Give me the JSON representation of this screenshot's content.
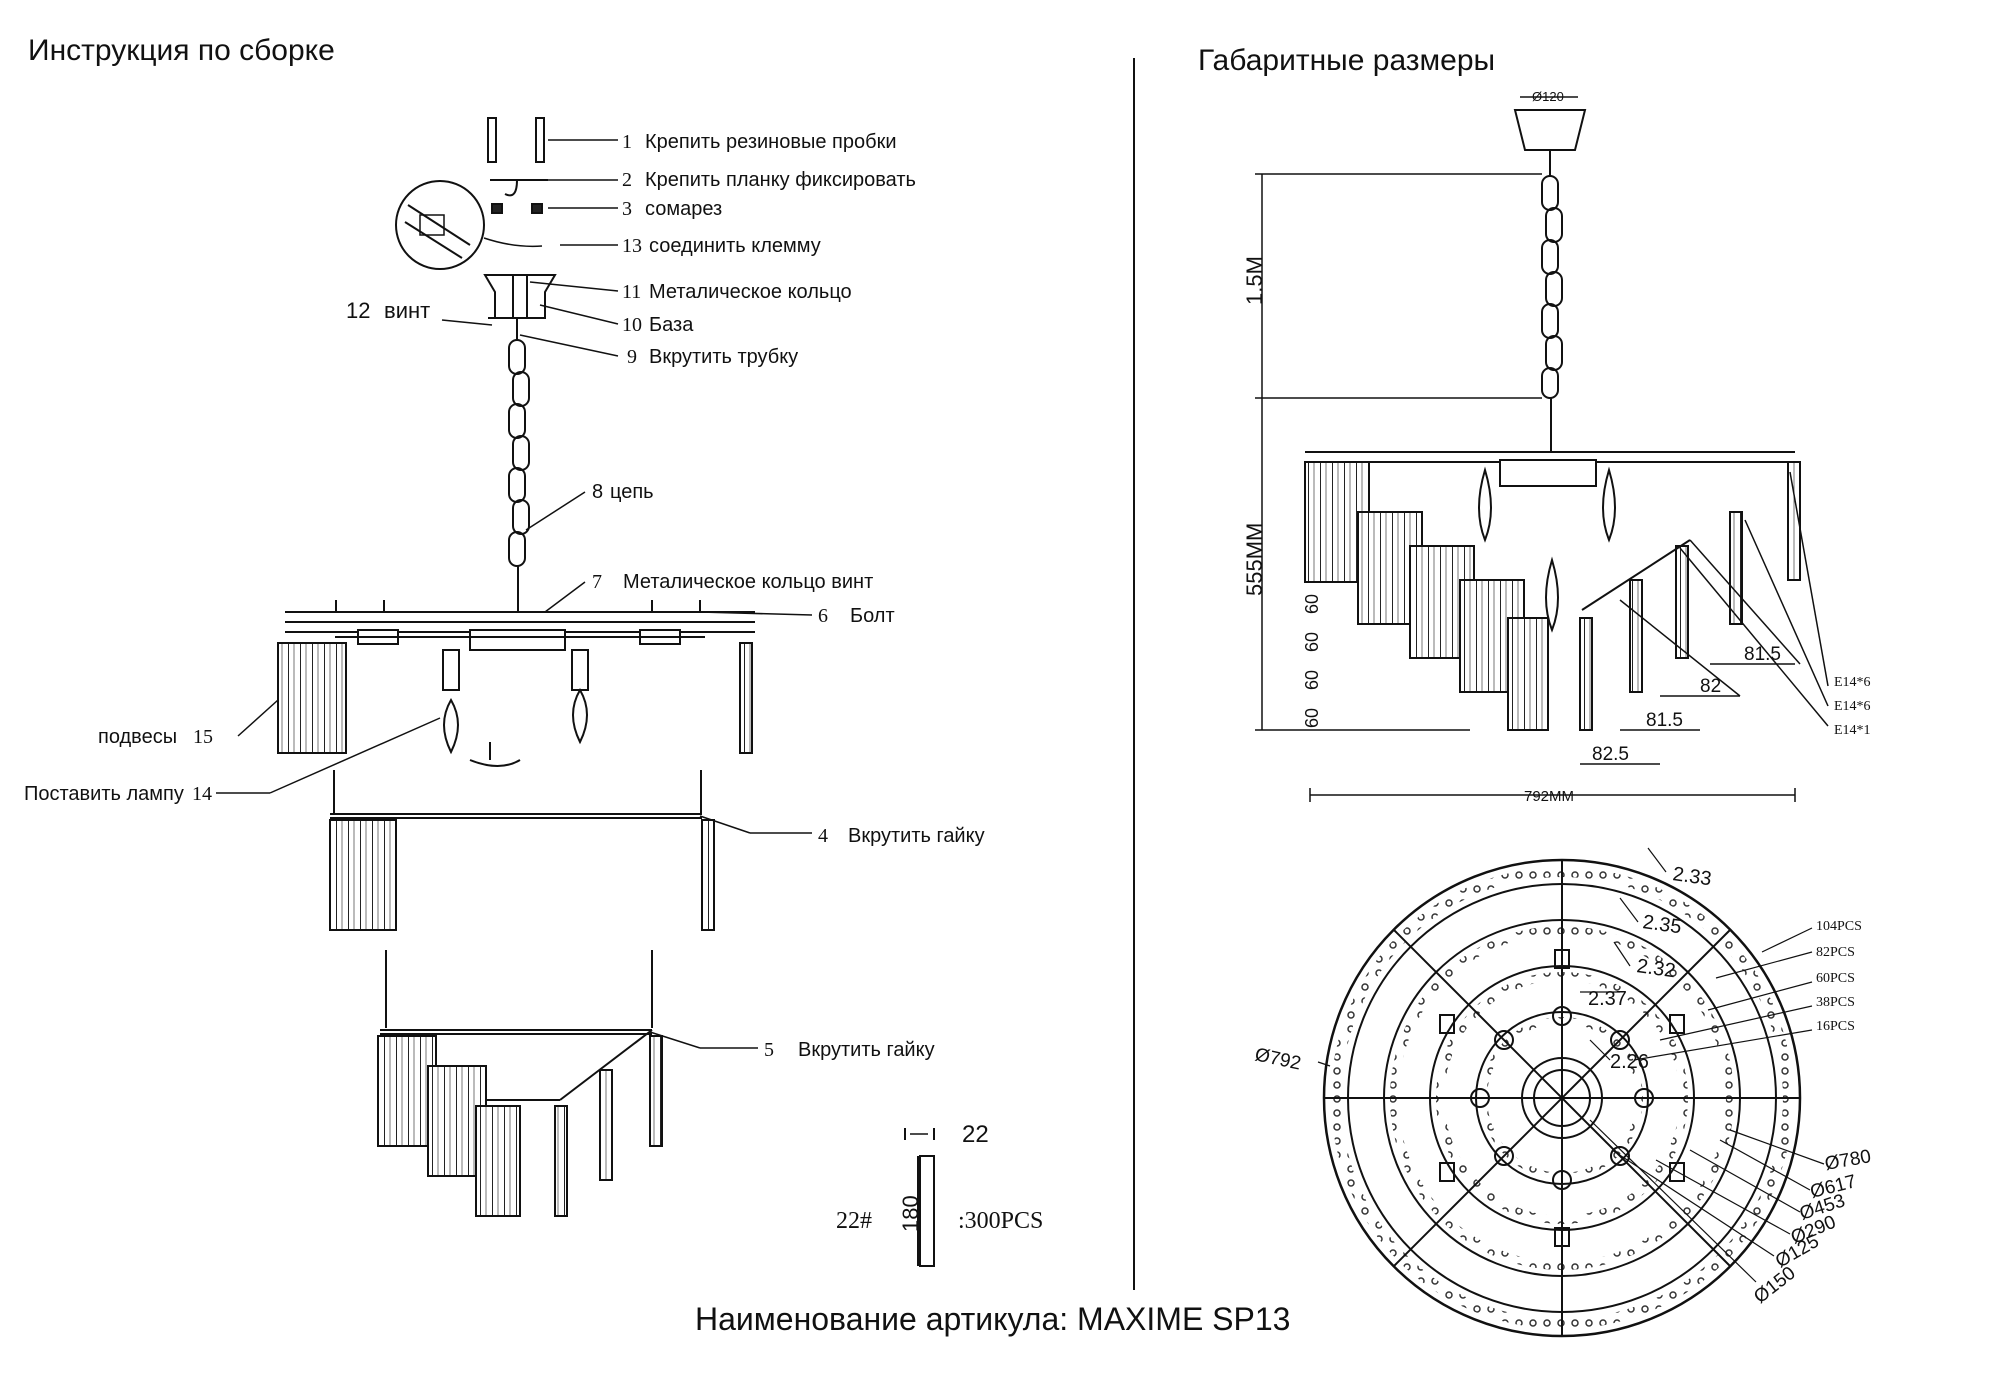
{
  "left": {
    "title": "Инструкция по сборке",
    "steps": [
      {
        "num": "1",
        "text": "Крепить резиновые пробки"
      },
      {
        "num": "2",
        "text": "Крепить планку фиксировать"
      },
      {
        "num": "3",
        "text": "сомарез"
      },
      {
        "num": "13",
        "text": "соединить клемму"
      },
      {
        "num": "11",
        "text": "Металическое кольцо"
      },
      {
        "num": "10",
        "text": "База"
      },
      {
        "num": "9",
        "text": "Вкрутить трубку"
      },
      {
        "num": "8",
        "text": "цепь"
      },
      {
        "num": "7",
        "text": "Металическое кольцо винт"
      },
      {
        "num": "6",
        "text": "Болт"
      },
      {
        "num": "15",
        "text": "подвесы"
      },
      {
        "num": "14",
        "text": "Поставить лампу"
      },
      {
        "num": "4",
        "text": "Вкрутить гайку"
      },
      {
        "num": "5",
        "text": "Вкрутить гайку"
      },
      {
        "num": "12",
        "text": "винт"
      }
    ],
    "crystal": {
      "width": "22",
      "code": "22#",
      "height": "180",
      "qty": ":300PCS"
    }
  },
  "right": {
    "title": "Габаритные размеры",
    "canopy_dia": "Ø120",
    "chain_len": "1.5M",
    "body_height": "555MM",
    "tier_steps": [
      "60",
      "60",
      "60",
      "60"
    ],
    "width": "792MM",
    "offsets": [
      "81.5",
      "82",
      "81.5",
      "82.5"
    ],
    "lamps": [
      "E14*6",
      "E14*6",
      "E14*1"
    ],
    "gaps": [
      "2.33",
      "2.35",
      "2.32",
      "2.37",
      "2.26"
    ],
    "pcs": [
      "104PCS",
      "82PCS",
      "60PCS",
      "38PCS",
      "16PCS"
    ],
    "diameters": [
      "Ø792",
      "Ø780",
      "Ø617",
      "Ø453",
      "Ø290",
      "Ø125",
      "Ø150"
    ]
  },
  "footer": "Наименование артикула: MAXIME SP13"
}
